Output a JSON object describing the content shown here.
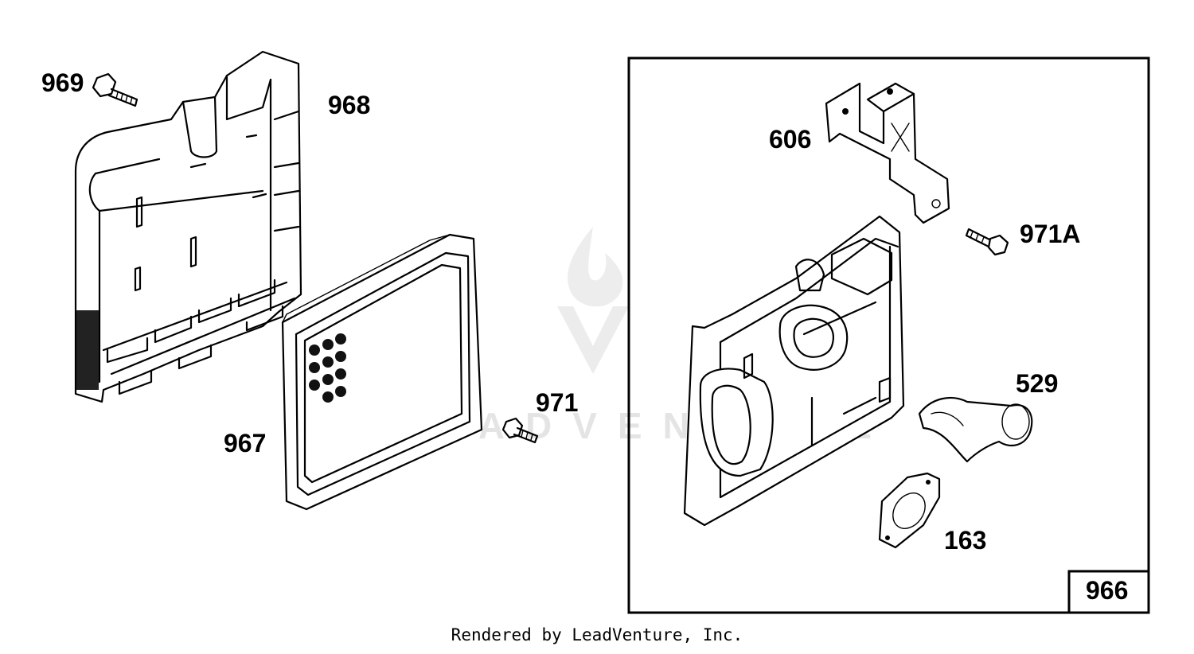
{
  "diagram": {
    "callouts": {
      "p969": "969",
      "p968": "968",
      "p967": "967",
      "p971": "971",
      "p606": "606",
      "p971a": "971A",
      "p529": "529",
      "p163": "163",
      "p966": "966"
    },
    "watermark": "LEADVENTURE",
    "credit": "Rendered by LeadVenture, Inc."
  }
}
